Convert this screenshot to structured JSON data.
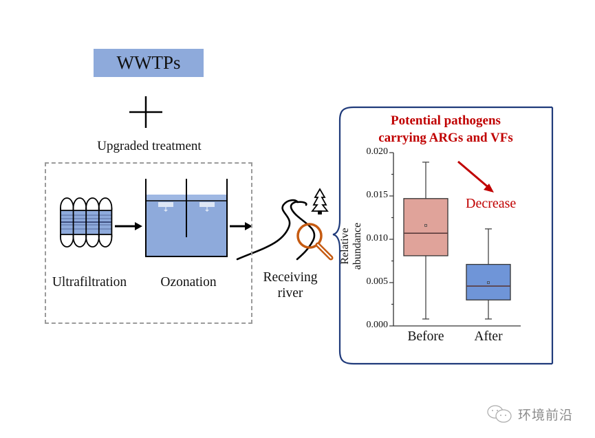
{
  "diagram": {
    "wwtps_label": "WWTPs",
    "plus_symbol": "+",
    "upgraded_treatment_label": "Upgraded treatment",
    "steps": [
      {
        "name": "ultrafiltration",
        "label": "Ultrafiltration",
        "icon": "membrane-module-icon"
      },
      {
        "name": "ozonation",
        "label": "Ozonation",
        "icon": "ozonation-tank-icon"
      }
    ],
    "receiving_river_label_line1": "Receiving",
    "receiving_river_label_line2": "river",
    "icons": [
      "river-icon",
      "tree-icon",
      "magnifier-icon",
      "arrow-right-icon",
      "curly-brace-icon"
    ],
    "colors": {
      "wwtps_fill": "#8eaadb",
      "water_fill": "#8eaadb",
      "magnifier": "#c55a11",
      "panel_border": "#1f3a7a",
      "title_red": "#c00000",
      "before_box": "#e0a39a",
      "after_box": "#6f95d8",
      "dashed_border": "#9a9a9a"
    }
  },
  "panel": {
    "title_line1": "Potential pathogens",
    "title_line2": "carrying ARGs and VFs",
    "annotation": "Decrease"
  },
  "chart_data": {
    "type": "box",
    "title": "Potential pathogens carrying ARGs and VFs",
    "xlabel": "",
    "ylabel": "Relative abundance",
    "ylim": [
      0.0,
      0.02
    ],
    "yticks": [
      "0.000",
      "0.005",
      "0.010",
      "0.015",
      "0.020"
    ],
    "ytick_values": [
      0.0,
      0.005,
      0.01,
      0.015,
      0.02
    ],
    "categories": [
      "Before",
      "After"
    ],
    "series": [
      {
        "name": "Before",
        "whisker_low": 0.0008,
        "q1": 0.0081,
        "median": 0.0107,
        "mean": 0.0116,
        "q3": 0.0147,
        "whisker_high": 0.0189,
        "color": "#e0a39a"
      },
      {
        "name": "After",
        "whisker_low": 0.0008,
        "q1": 0.003,
        "median": 0.0046,
        "mean": 0.005,
        "q3": 0.0071,
        "whisker_high": 0.0112,
        "color": "#6f95d8"
      }
    ],
    "annotations": [
      "Decrease"
    ],
    "grid": false,
    "legend": "none"
  },
  "watermark": {
    "icon": "wechat-icon",
    "text": "环境前沿"
  }
}
